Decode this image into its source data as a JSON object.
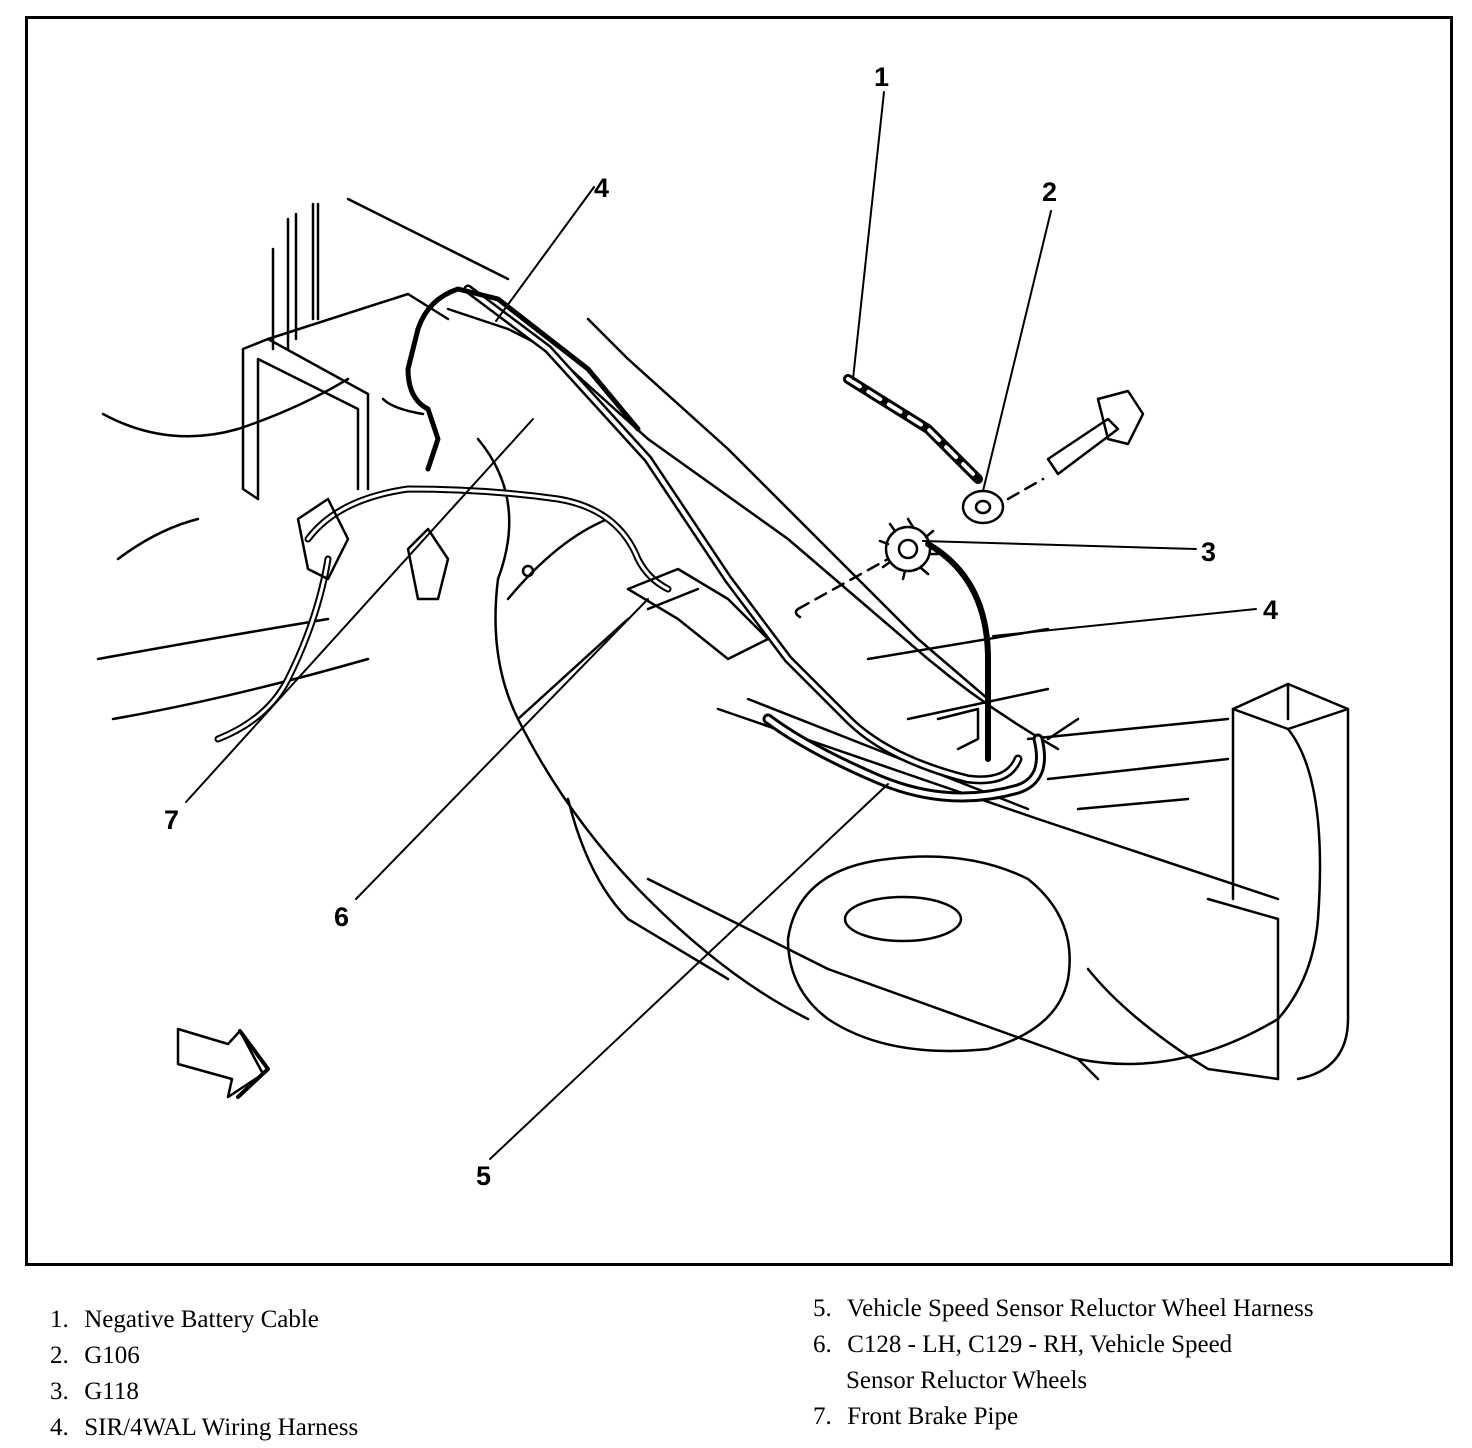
{
  "callouts": {
    "c1": "1",
    "c2": "2",
    "c3": "3",
    "c4a": "4",
    "c4b": "4",
    "c5": "5",
    "c6": "6",
    "c7": "7"
  },
  "legend": {
    "left": [
      {
        "num": "1.",
        "text": "Negative Battery Cable"
      },
      {
        "num": "2.",
        "text": "G106"
      },
      {
        "num": "3.",
        "text": "G118"
      },
      {
        "num": "4.",
        "text": "SIR/4WAL Wiring Harness"
      }
    ],
    "right": [
      {
        "num": "5.",
        "text": "Vehicle Speed Sensor Reluctor Wheel Harness"
      },
      {
        "num": "6.",
        "text": "C128 - LH, C129 - RH, Vehicle Speed"
      },
      {
        "num": "",
        "text": "Sensor Reluctor Wheels"
      },
      {
        "num": "7.",
        "text": "Front Brake Pipe"
      }
    ]
  }
}
